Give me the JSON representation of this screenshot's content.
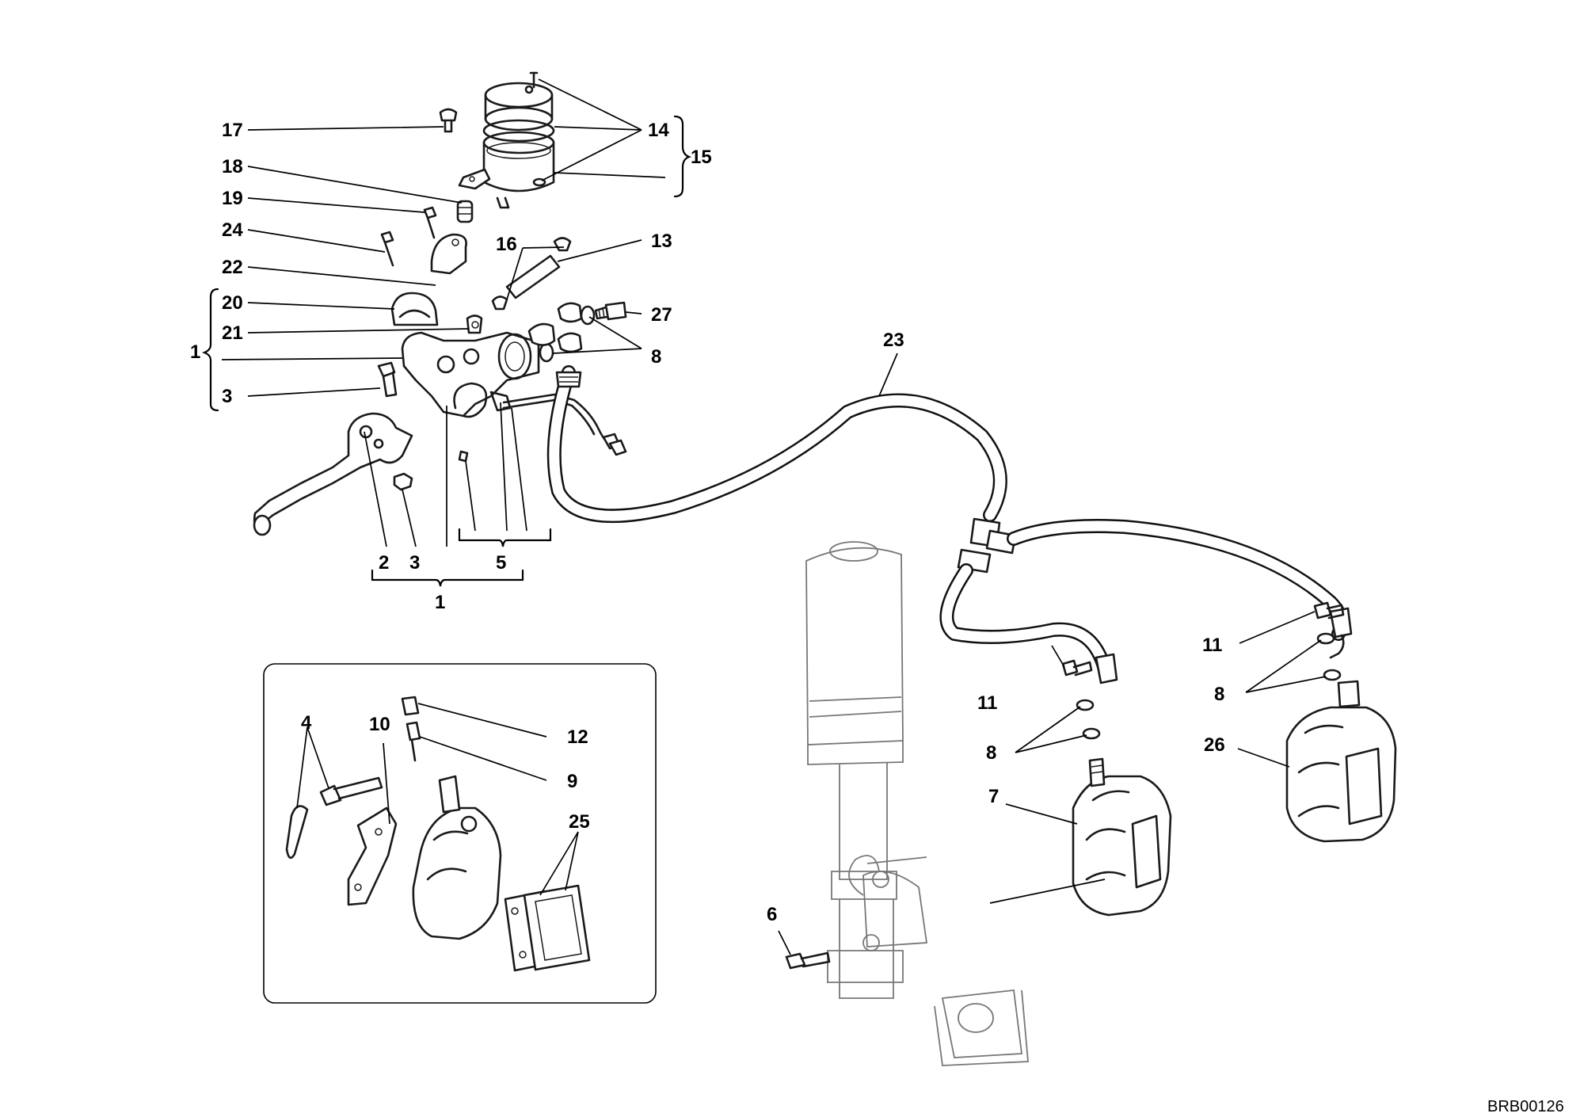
{
  "drawing_code": "BRB00126",
  "callouts": {
    "c1_left": "1",
    "c1_bottom": "1",
    "c2": "2",
    "c3_left": "3",
    "c3_bottom": "3",
    "c4": "4",
    "c5": "5",
    "c6": "6",
    "c7": "7",
    "c8_upper": "8",
    "c8_mid": "8",
    "c8_right": "8",
    "c9": "9",
    "c10": "10",
    "c11_mid": "11",
    "c11_right": "11",
    "c12": "12",
    "c13": "13",
    "c14": "14",
    "c15": "15",
    "c16": "16",
    "c17": "17",
    "c18": "18",
    "c19": "19",
    "c20": "20",
    "c21": "21",
    "c22": "22",
    "c23": "23",
    "c24": "24",
    "c25": "25",
    "c26": "26",
    "c27": "27"
  }
}
